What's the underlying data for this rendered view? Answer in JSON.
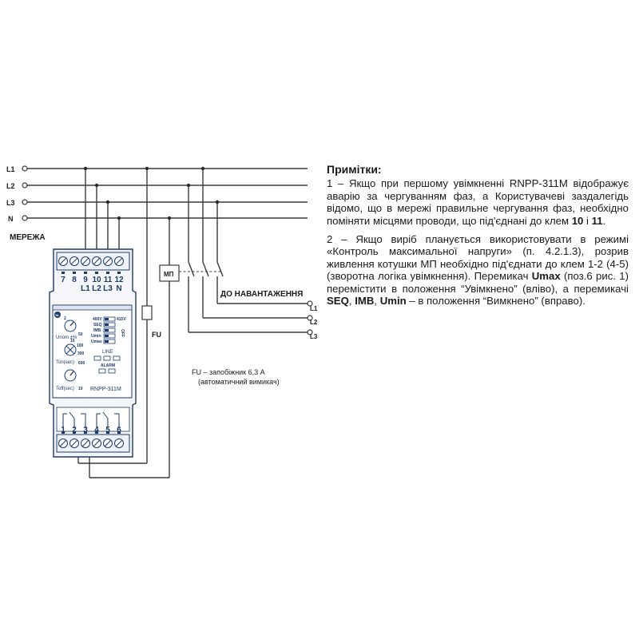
{
  "lines": {
    "l1": "L1",
    "l2": "L2",
    "l3": "L3",
    "n": "N",
    "network": "МЕРЕЖА"
  },
  "device": {
    "top_terminals": [
      "7",
      "8",
      "9",
      "10",
      "11",
      "12"
    ],
    "top_phase_labels": [
      "L1",
      "L2",
      "L3",
      "N"
    ],
    "bottom_terminals": [
      "1",
      "2",
      "3",
      "4",
      "5",
      "6"
    ],
    "model": "RNPP-311M",
    "brand": "NI",
    "dial_unom": "Unom ±%",
    "dial_ton": "Ton(sec)",
    "dial_toff": "Toff(sec)",
    "switch_labels": [
      "400V",
      "SEQ",
      "IMB",
      "Umin",
      "Umax"
    ],
    "switch_415": "415V",
    "off_label": "OFF",
    "line_label": "LINE",
    "alarm_label": "ALARM",
    "scale": {
      "u_min": "2",
      "u_max": "50",
      "u_end": "10",
      "ton_max": "300",
      "ton_mid": "100",
      "ton_end": "600",
      "toff_end": "10"
    }
  },
  "fuse": {
    "label": "FU"
  },
  "contactor": {
    "label": "МП"
  },
  "load": {
    "title": "ДО НАВАНТАЖЕННЯ",
    "l1": "L1",
    "l2": "L2",
    "l3": "L3"
  },
  "fu_note": {
    "line1": "FU – запобіжник 6,3 А",
    "line2": "(автоматичний вимикач)"
  },
  "notes": {
    "title": "Примітки:",
    "n1_text": "1 – Якщо при першому увімкненні RNPP-311M відображує аварію за чергуванням фаз, а Користувачеві заздалегідь відомо, що в мережі правильне чергування фаз, необхідно поміняти місцями проводи, що під'єднані до клем ",
    "n1_b1": "10",
    "n1_mid": " і ",
    "n1_b2": "11",
    "n1_end": ".",
    "n2_text": "2 – Якщо виріб планується використовувати в режимі «Контроль максимальної напруги» (п. 4.2.1.3), розрив живлення котушки МП необхідно під'єднати до клем 1-2 (4-5) (зворотна логіка увімкнення). Перемикач ",
    "n2_b1": "Umax",
    "n2_t2": " (поз.6 рис. 1) перемістити в положення “Увімкнено” (вліво), а перемикачі ",
    "n2_b2": "SEQ",
    "n2_t3": ", ",
    "n2_b3": "IMB",
    "n2_t4": ", ",
    "n2_b4": "Umin",
    "n2_t5": " – в положення “Вимкнено” (вправо)."
  },
  "colors": {
    "line": "#3a3a3a",
    "device_blue": "#1a3a6e",
    "device_bg": "#f4f6fa"
  }
}
